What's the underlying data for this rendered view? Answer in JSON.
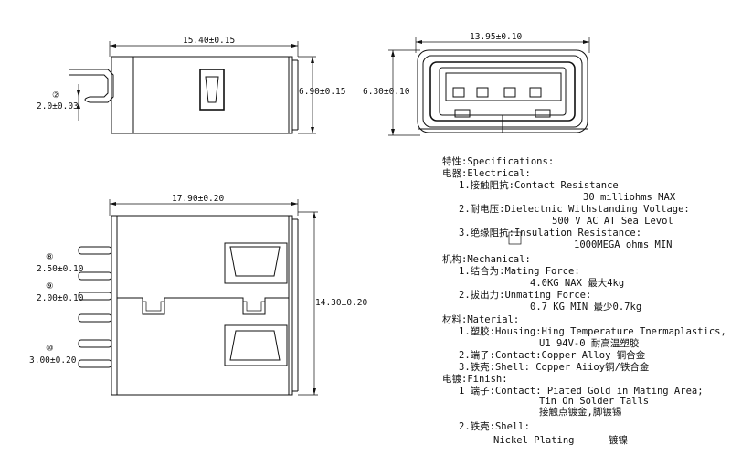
{
  "dims": {
    "side_length": "15.40±0.15",
    "side_height": "6.90±0.15",
    "pin_offset": "2.0±0.03",
    "front_width": "13.95±0.10",
    "front_height": "6.30±0.10",
    "bottom_length": "17.90±0.20",
    "bottom_width": "14.30±0.20",
    "pin_pitch_8": "2.50±0.10",
    "pin_pitch_9": "2.00±0.10",
    "pin_pitch_10": "3.00±0.20"
  },
  "callouts": {
    "c2": "②",
    "c8": "⑧",
    "c9": "⑨",
    "c10": "⑩"
  },
  "specs": {
    "title": "特性:Specifications:",
    "electrical": "电器:Electrical:",
    "e1": "1.接触阻抗:Contact Resistance",
    "e1v": "30 milliohms MAX",
    "e2": "2.耐电压:Dielectnic Withstanding Voltage:",
    "e2v": "500 V AC AT Sea Levol",
    "e3": "3.绝缘阻抗:Insulation Resistance:",
    "e3v": "1000MEGA ohms MIN",
    "mechanical": "机构:Mechanical:",
    "m1": "1.结合为:Mating Force:",
    "m1v": "4.0KG NAX 最大4kg",
    "m2": "2.拔出力:Unmating Force:",
    "m2v": "0.7 KG MIN 最少0.7kg",
    "material": "材料:Material:",
    "t1": "1.塑胶:Housing:Hing Temperature  Tnermaplastics,",
    "t1v": "U1 94V-0  耐高温塑胶",
    "t2": "2.端子:Contact:Copper Alloy 铜合金",
    "t3": "3.铁壳:Shell: Copper Aiioy铜/铁合金",
    "finish": "电镀:Finish:",
    "f1": "1 端子:Contact: Piated Gold in Mating Area;",
    "f1a": "Tin On Solder Talls",
    "f1b": "接触点镀金,脚镀锡",
    "f2": "2.铁壳:Shell:",
    "f2v": "Nickel Plating",
    "f2c": "镀镍"
  }
}
